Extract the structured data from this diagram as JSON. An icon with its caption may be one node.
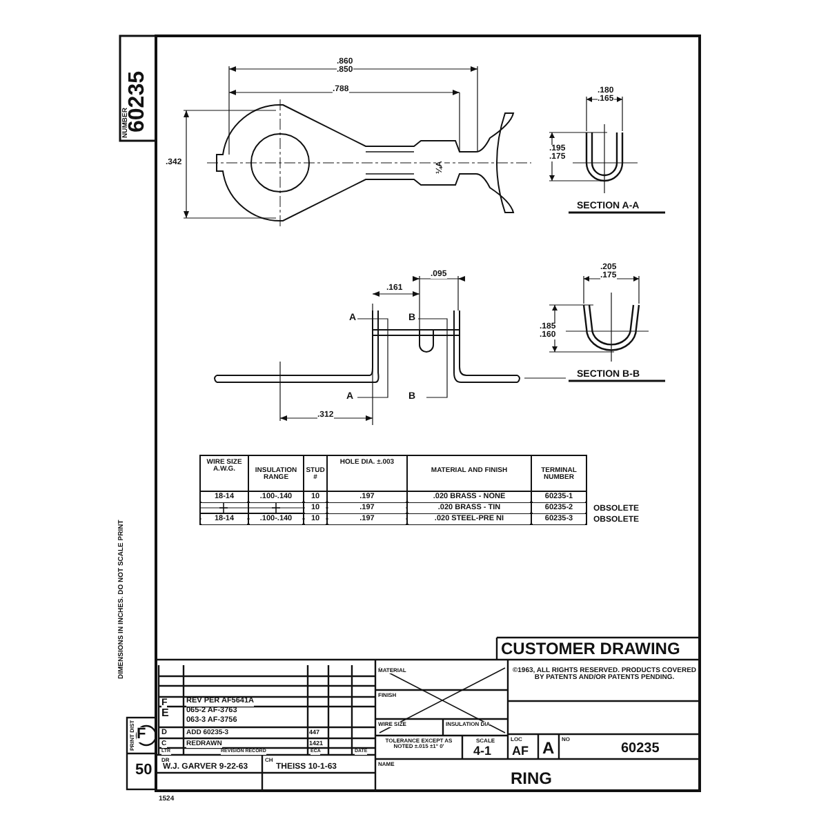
{
  "diagram": {
    "labels": [
      "NUMBER",
      "60235",
      ".860",
      ".850",
      ".788",
      ".342",
      "¼A",
      ".180",
      ".165",
      ".195",
      ".175",
      "SECTION A-A",
      ".161",
      ".095",
      "A",
      "B",
      "A",
      "B",
      ".205",
      ".175",
      ".185",
      ".160",
      "SECTION B-B",
      ".312",
      "WIRE SIZE A.W.G.",
      "INSULATION RANGE",
      "STUD #",
      "HOLE DIA. ±.003",
      "MATERIAL AND FINISH",
      "TERMINAL NUMBER",
      "18-14",
      ".100-.140",
      "10",
      ".197",
      ".020 BRASS - NONE",
      "60235-1",
      "10",
      ".197",
      ".020 BRASS - TIN",
      "60235-2",
      "OBSOLETE",
      "18-14",
      ".100-.140",
      "10",
      ".197",
      ".020 STEEL-PRE NI",
      "60235-3",
      "OBSOLETE",
      "DIMENSIONS IN INCHES. DO NOT SCALE PRINT",
      "CUSTOMER DRAWING",
      "©1963, ALL RIGHTS RESERVED. PRODUCTS COVERED BY PATENTS AND/OR PATENTS PENDING.",
      "F",
      "REV PER AF5641A",
      "E",
      "065-2 AF-3763",
      "063-3 AF-3756",
      "D",
      "ADD 60235-3",
      "447",
      "C",
      "REDRAWN",
      "1421",
      "LTR",
      "REVISION RECORD",
      "ECA",
      "DATE",
      "MATERIAL",
      "FINISH",
      "WIRE SIZE",
      "INSULATION DIA",
      "TOLERANCE EXCEPT AS NOTED ±.015 ±1° 0'",
      "SCALE",
      "4-1",
      "LOC",
      "AF",
      "A",
      "NO",
      "60235",
      "NAME",
      "RING",
      "PRINT DIST",
      "F",
      "50",
      "DR",
      "W.J. GARVER 9-22-63",
      "CH",
      "THEISS 10-1-63",
      "1524"
    ]
  }
}
